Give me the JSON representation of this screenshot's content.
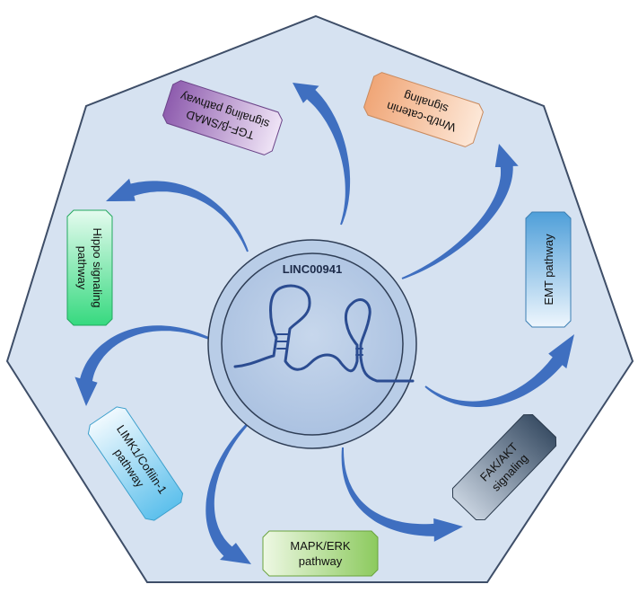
{
  "center": {
    "title": "LINC00941"
  },
  "pathways": [
    {
      "id": "tgf",
      "lines": [
        "TGF-β/SMAD",
        "signaling pathway"
      ],
      "color_light": "#efe4f6",
      "color_dark": "#8e5cae",
      "icon": "pathway-tag"
    },
    {
      "id": "wnt",
      "lines": [
        "Wnt/b-catenin",
        "signaling"
      ],
      "color_light": "#fde8d8",
      "color_dark": "#f0a677",
      "icon": "pathway-tag"
    },
    {
      "id": "emt",
      "lines": [
        "EMT pathway"
      ],
      "color_light": "#eef6fd",
      "color_dark": "#4f9fd9",
      "icon": "pathway-tag"
    },
    {
      "id": "fak",
      "lines": [
        "FAK/AKT",
        "signaling"
      ],
      "color_light": "#c7d2df",
      "color_dark": "#3b4f66",
      "icon": "pathway-tag"
    },
    {
      "id": "mapk",
      "lines": [
        "MAPK/ERK",
        "pathway"
      ],
      "color_light": "#eef8e4",
      "color_dark": "#8cca5e",
      "icon": "pathway-tag"
    },
    {
      "id": "limk",
      "lines": [
        "LIMK1/Cofilin-1",
        "pathway"
      ],
      "color_light": "#f0f9fe",
      "color_dark": "#5dc0ec",
      "icon": "pathway-tag"
    },
    {
      "id": "hippo",
      "lines": [
        "Hippo signaling",
        "pathway"
      ],
      "color_light": "#e5fbef",
      "color_dark": "#36d97f",
      "icon": "pathway-tag"
    }
  ],
  "colors": {
    "heptagon_fill": "#d6e2f1",
    "heptagon_stroke": "#3e4e68",
    "arrow": "#3f6fc0",
    "circle_fill": "#b7cbe6",
    "inner_circle": "#a6bedf",
    "rna": "#2b4c91"
  }
}
